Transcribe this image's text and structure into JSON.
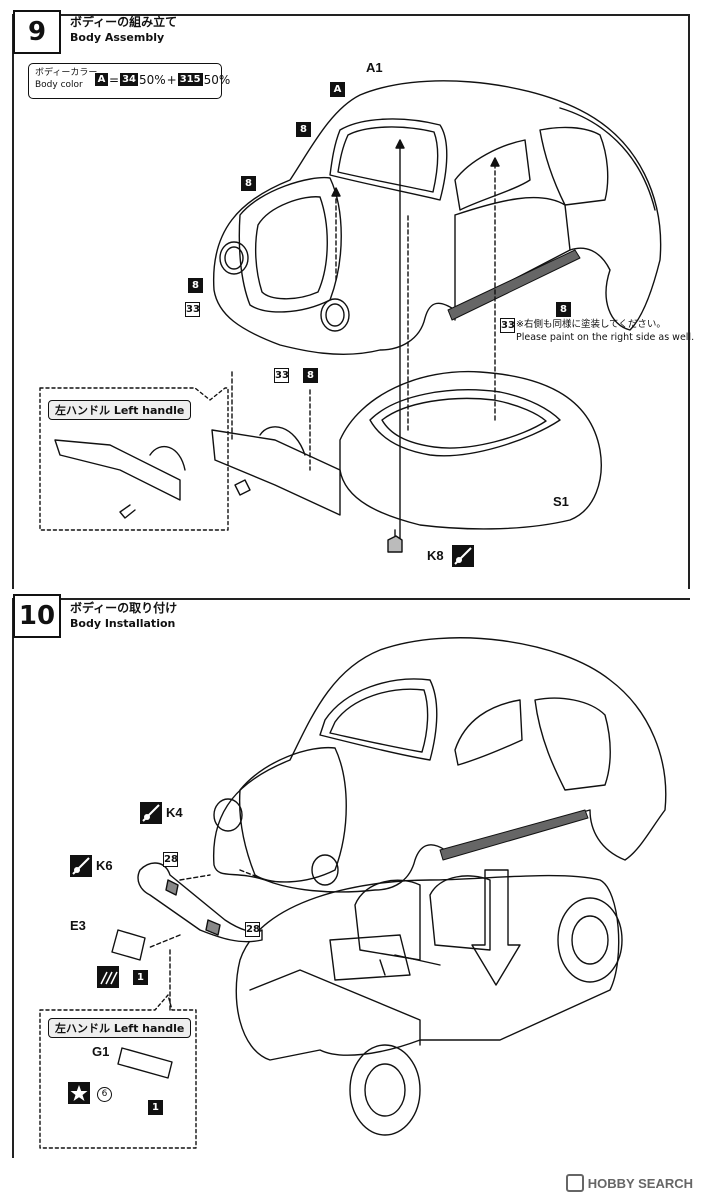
{
  "step9": {
    "number": "9",
    "title_jp": "ボディーの組み立て",
    "title_en": "Body Assembly",
    "color_box": {
      "label_jp": "ボディーカラー",
      "label_en": "Body color",
      "letter": "A",
      "eq": "=",
      "c1": "34",
      "p1": "50%",
      "plus": "+",
      "c2": "315",
      "p2": "50%"
    },
    "parts": {
      "a1": "A1",
      "a_tag": "A",
      "s1": "S1",
      "k8": "K8",
      "tag8": "8",
      "tag33": "33"
    },
    "note_jp": "※右側も同様に塗装してください。",
    "note_en": "Please paint on the right side as well.",
    "callout_left": "左ハンドル Left handle"
  },
  "step10": {
    "number": "10",
    "title_jp": "ボディーの取り付け",
    "title_en": "Body Installation",
    "parts": {
      "k4": "K4",
      "k6": "K6",
      "e3": "E3",
      "g1": "G1",
      "tag28": "28",
      "tag1": "1",
      "tag6": "6"
    },
    "callout_left": "左ハンドル Left handle"
  },
  "watermark": {
    "brand": "HOBBY SEARCH"
  }
}
